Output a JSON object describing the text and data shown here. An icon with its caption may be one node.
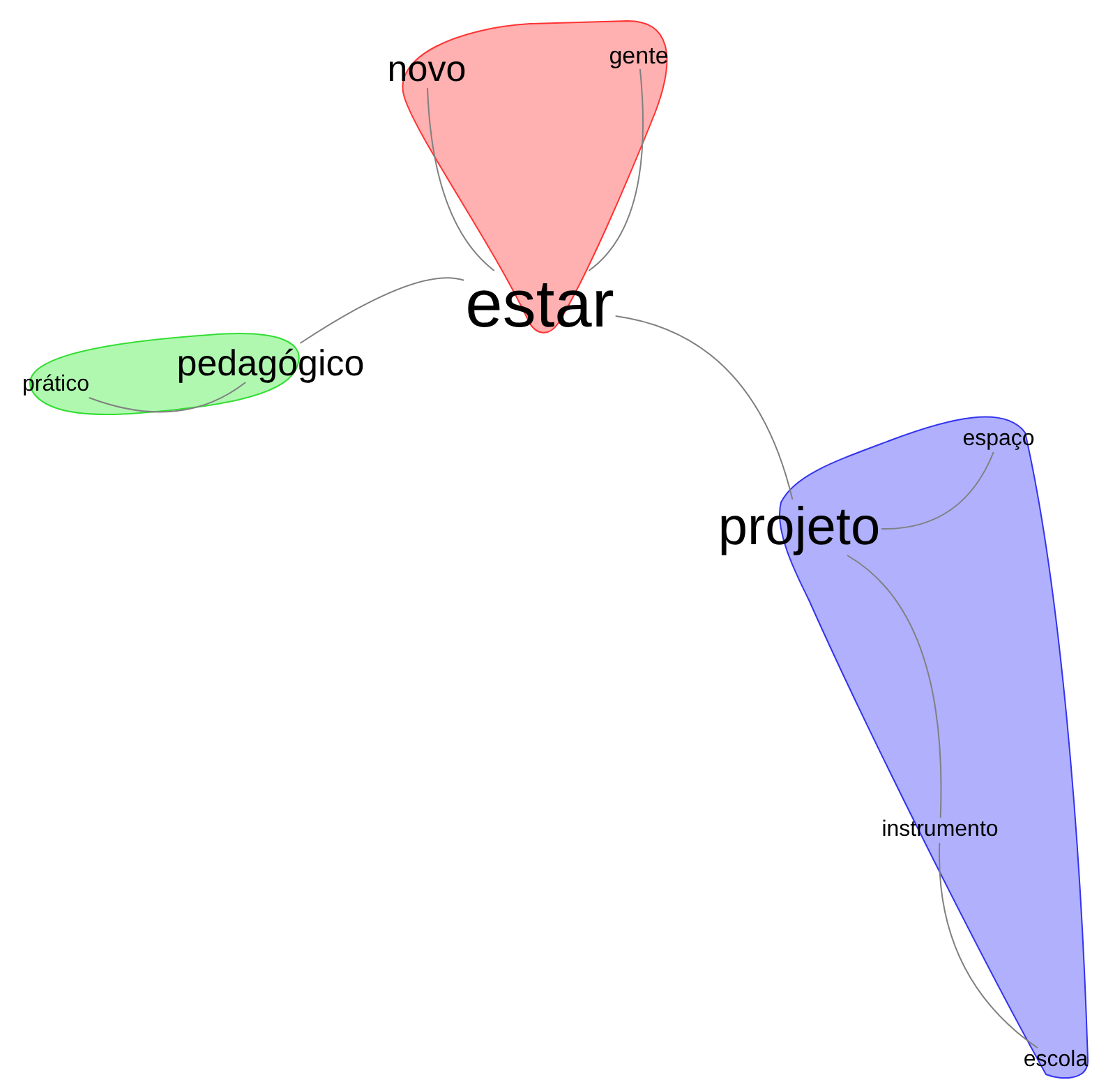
{
  "diagram": {
    "nodes": [
      {
        "text": [
          "novo"
        ]
      },
      {
        "text": [
          "gente"
        ]
      },
      {
        "text": [
          "estar"
        ]
      },
      {
        "text": [
          "pedagógico"
        ]
      },
      {
        "text": [
          "prático"
        ]
      },
      {
        "text": [
          "projeto"
        ]
      },
      {
        "text": [
          "espaço"
        ]
      },
      {
        "text": [
          "instrumento"
        ]
      },
      {
        "text": [
          "escola"
        ]
      }
    ],
    "edges": [
      {
        "from": 2,
        "to": 0,
        "arrow": "none"
      },
      {
        "from": 2,
        "to": 1,
        "arrow": "none"
      },
      {
        "from": 2,
        "to": 3,
        "arrow": "none"
      },
      {
        "from": 2,
        "to": 5,
        "arrow": "none"
      },
      {
        "from": 3,
        "to": 4,
        "arrow": "none"
      },
      {
        "from": 5,
        "to": 6,
        "arrow": "none"
      },
      {
        "from": 5,
        "to": 7,
        "arrow": "none"
      },
      {
        "from": 7,
        "to": 8,
        "arrow": "none"
      }
    ]
  }
}
